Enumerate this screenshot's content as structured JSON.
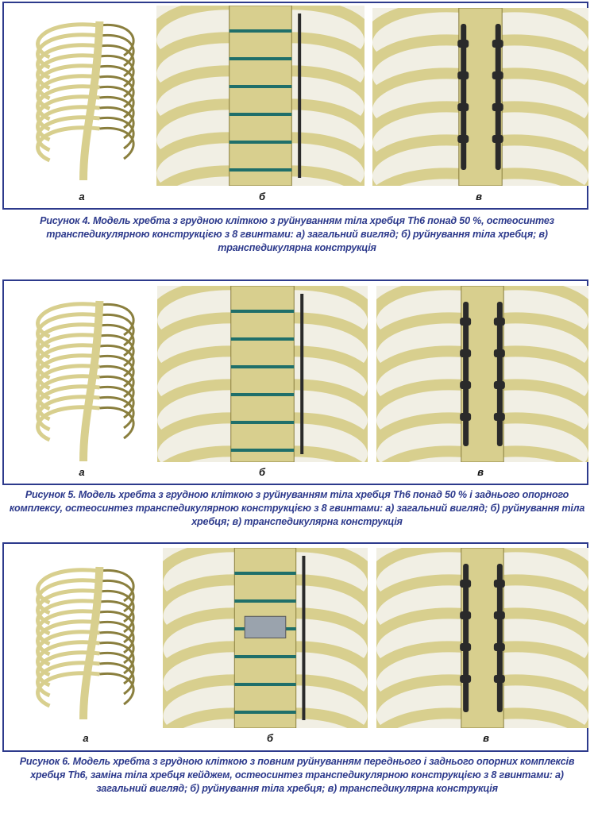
{
  "figures": [
    {
      "panel_labels": [
        "а",
        "б",
        "в"
      ],
      "caption": "Рисунок 4. Модель хребта з грудною кліткою з руйнуванням тіла хребця Th6 понад 50 %, остеосинтез транспедикулярною конструкцією з 8 гвинтами: а) загальний вигляд; б) руйнування тіла хребця; в) транспедикулярна конструкція"
    },
    {
      "panel_labels": [
        "а",
        "б",
        "в"
      ],
      "caption": "Рисунок 5. Модель хребта з грудною кліткою з руйнуванням тіла хребця Th6 понад 50 % і заднього опорного комплексу, остеосинтез транспедикулярною конструкцією з 8 гвинтами: а) загальний вигляд; б) руйнування тіла хребця; в) транспедикулярна конструкція"
    },
    {
      "panel_labels": [
        "а",
        "б",
        "в"
      ],
      "caption": "Рисунок 6. Модель хребта з грудною кліткою з повним руйнуванням переднього і заднього опорних комплексів хребця Th6, заміна тіла хребця кейджем, остеосинтез транспедикулярною конструкцією з 8 гвинтами: а) загальний вигляд; б) руйнування тіла хребця; в) транспедикулярна конструкція"
    }
  ],
  "colors": {
    "frame": "#2d3a8c",
    "bone": "#d8cf8e",
    "bone_dark": "#8a7f3e",
    "band": "#1f6f6a",
    "rod": "#2a2a2a"
  }
}
